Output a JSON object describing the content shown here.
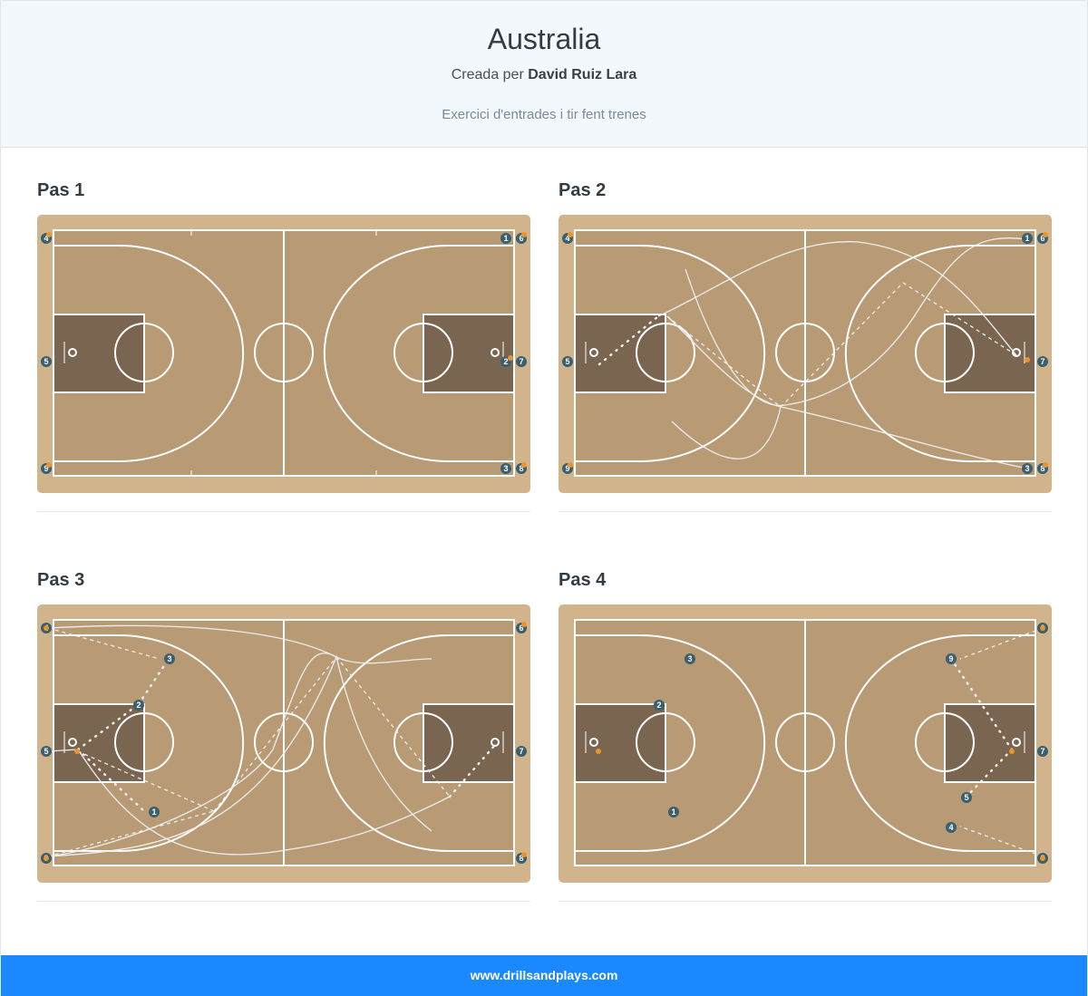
{
  "header": {
    "title": "Australia",
    "created_prefix": "Creada per",
    "author": "David Ruiz Lara",
    "description": "Exercici d'entrades i tir fent trenes"
  },
  "steps": [
    {
      "title": "Pas 1"
    },
    {
      "title": "Pas 2"
    },
    {
      "title": "Pas 3"
    },
    {
      "title": "Pas 4"
    }
  ],
  "footer": {
    "url": "www.drillsandplays.com"
  },
  "colors": {
    "court_edge": "#d2b48c",
    "court_floor": "#b89a74",
    "paint": "#7a6550",
    "line": "#ffffff",
    "player": "#3a5f6e",
    "ball": "#e8962b",
    "footer": "#1a88ff"
  },
  "icons": {
    "player": "numbered-circle",
    "ball": "orange-dot",
    "basket": "hoop-ring"
  }
}
